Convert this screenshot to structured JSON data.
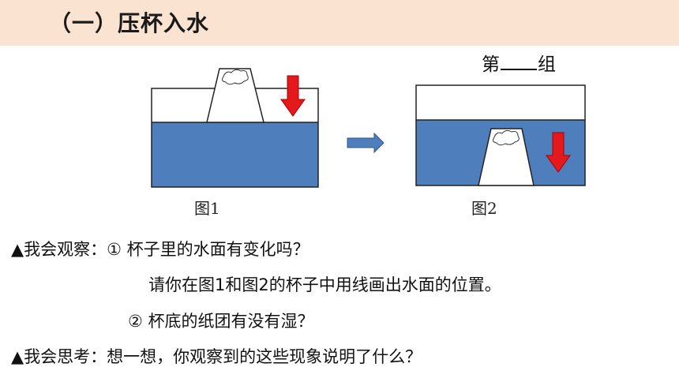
{
  "header": {
    "title": "（一）压杯入水",
    "background": "#fbe3d2"
  },
  "group": {
    "prefix": "第",
    "suffix": "组"
  },
  "figures": {
    "fig1_caption": "图1",
    "fig2_caption": "图2",
    "water_color": "#4f7ebd",
    "arrow_color": "#e3191b"
  },
  "observe": {
    "prefix": "▲我会观察：",
    "q1": "① 杯子里的水面有变化吗？",
    "q1_detail": "请你在图1和图2的杯子中用线画出水面的位置。",
    "q2": "② 杯底的纸团有没有湿？"
  },
  "think": {
    "prefix": "▲我会思考：",
    "question": "想一想，你观察到的这些现象说明了什么？"
  }
}
